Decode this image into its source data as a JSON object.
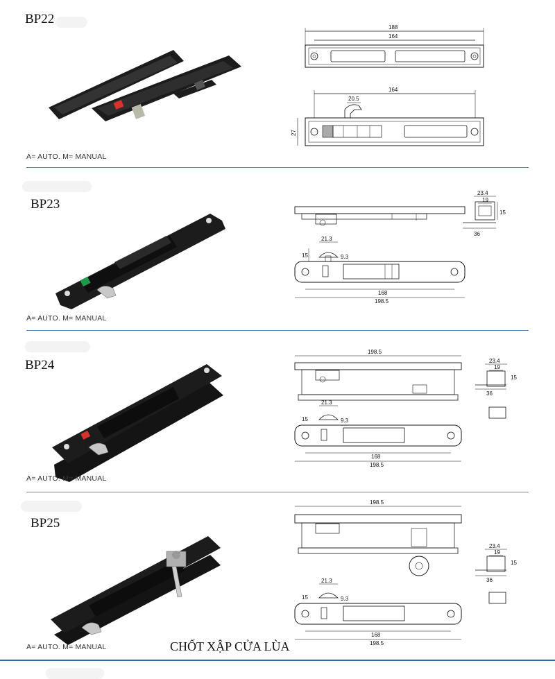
{
  "products": [
    {
      "code": "BP22",
      "note": "A= AUTO. M= MANUAL",
      "dims": {
        "overall": "188",
        "inner": "164",
        "inner2": "164",
        "latch": "20.5",
        "height": "27"
      }
    },
    {
      "code": "BP23",
      "note": "A= AUTO. M= MANUAL",
      "dims": {
        "w1": "23.4",
        "w2": "19",
        "h": "15",
        "base": "36",
        "latch_w": "21.3",
        "latch_h": "15",
        "offset": "9.3",
        "inner": "168",
        "overall": "198.5"
      }
    },
    {
      "code": "BP24",
      "note": "A= AUTO. M= MANUAL",
      "dims": {
        "top": "198.5",
        "w1": "23.4",
        "w2": "19",
        "h": "15",
        "base": "36",
        "latch_w": "21.3",
        "latch_h": "15",
        "offset": "9.3",
        "inner": "168",
        "overall": "198.5"
      }
    },
    {
      "code": "BP25",
      "note": "A= AUTO. M= MANUAL",
      "dims": {
        "top": "198.5",
        "w1": "23.4",
        "w2": "19",
        "h": "15",
        "base": "36",
        "latch_w": "21.3",
        "latch_h": "15",
        "offset": "9.3",
        "inner": "168",
        "overall": "198.5"
      }
    }
  ],
  "footer_title": "CHỐT XẬP CỬA LÙA",
  "colors": {
    "divider": "#5b8ec9",
    "bottom_bar": "#2e67b1",
    "handle": "#1c1c1c",
    "red_button": "#d8322c",
    "green_button": "#1f9a4a"
  }
}
